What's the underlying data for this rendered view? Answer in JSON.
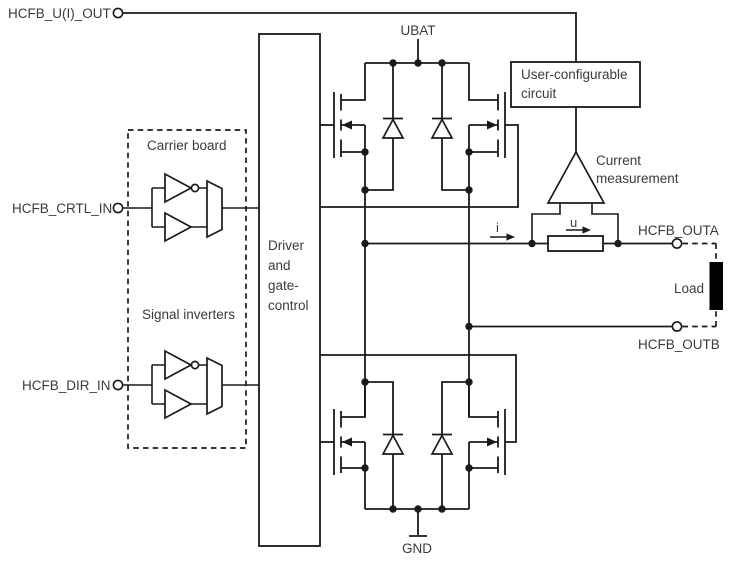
{
  "colors": {
    "background": "#ffffff",
    "line": "#1a1a1a",
    "text": "#3b3b40",
    "load_fill": "#000000"
  },
  "labels": {
    "u_i_out": "HCFB_U(I)_OUT",
    "ctrl_in": "HCFB_CRTL_IN",
    "dir_in": "HCFB_DIR_IN",
    "out_a": "HCFB_OUTA",
    "out_b": "HCFB_OUTB"
  },
  "power": {
    "ubat": "UBAT",
    "gnd": "GND"
  },
  "blocks": {
    "carrier_board": "Carrier board",
    "signal_inverters": "Signal inverters",
    "driver": [
      "Driver",
      "and",
      "gate-",
      "control"
    ],
    "user_configurable": [
      "User-configurable",
      "circuit"
    ],
    "current_measurement": [
      "Current",
      "measurement"
    ],
    "load": "Load"
  },
  "annotations": {
    "current": "i",
    "voltage": "u"
  }
}
